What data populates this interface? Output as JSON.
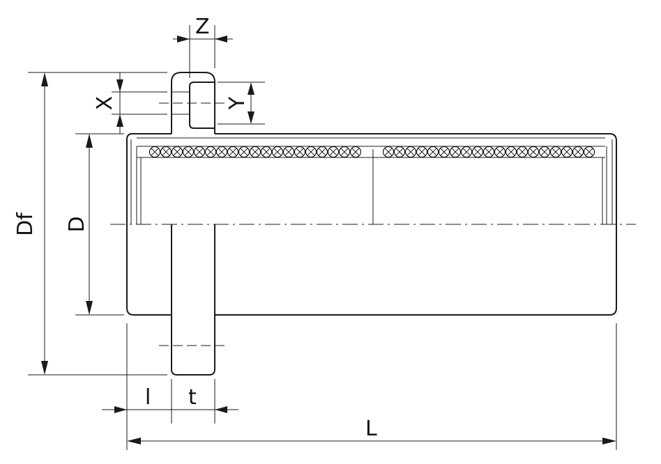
{
  "drawing": {
    "labels": {
      "Z": "Z",
      "X": "X",
      "Y": "Y",
      "Df": "Df",
      "D": "D",
      "l": "l",
      "t": "t",
      "L": "L"
    },
    "ball_row_count": 2
  }
}
